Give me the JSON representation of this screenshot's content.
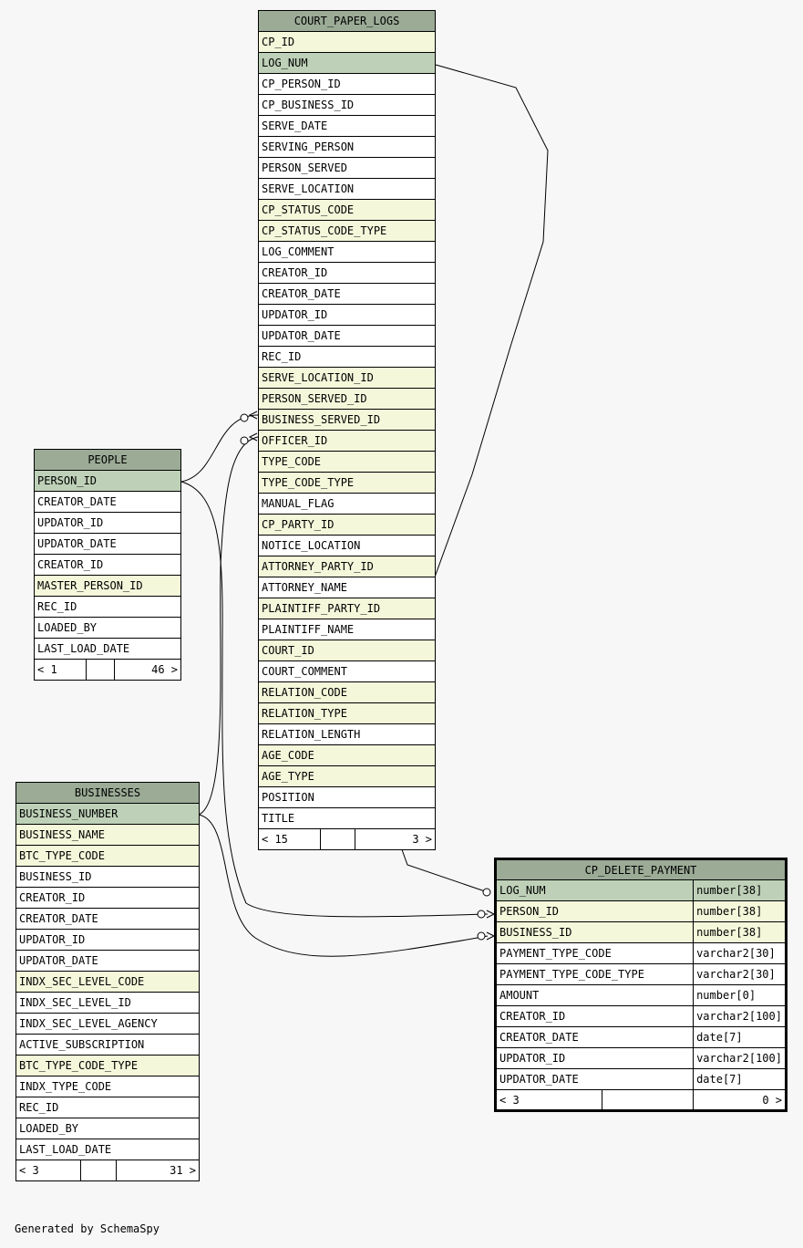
{
  "court_paper_logs": {
    "name": "COURT_PAPER_LOGS",
    "columns": [
      {
        "name": "CP_ID",
        "kind": "fk"
      },
      {
        "name": "LOG_NUM",
        "kind": "pk"
      },
      {
        "name": "CP_PERSON_ID",
        "kind": "plain"
      },
      {
        "name": "CP_BUSINESS_ID",
        "kind": "plain"
      },
      {
        "name": "SERVE_DATE",
        "kind": "plain"
      },
      {
        "name": "SERVING_PERSON",
        "kind": "plain"
      },
      {
        "name": "PERSON_SERVED",
        "kind": "plain"
      },
      {
        "name": "SERVE_LOCATION",
        "kind": "plain"
      },
      {
        "name": "CP_STATUS_CODE",
        "kind": "fk"
      },
      {
        "name": "CP_STATUS_CODE_TYPE",
        "kind": "fk"
      },
      {
        "name": "LOG_COMMENT",
        "kind": "plain"
      },
      {
        "name": "CREATOR_ID",
        "kind": "plain"
      },
      {
        "name": "CREATOR_DATE",
        "kind": "plain"
      },
      {
        "name": "UPDATOR_ID",
        "kind": "plain"
      },
      {
        "name": "UPDATOR_DATE",
        "kind": "plain"
      },
      {
        "name": "REC_ID",
        "kind": "plain"
      },
      {
        "name": "SERVE_LOCATION_ID",
        "kind": "fk"
      },
      {
        "name": "PERSON_SERVED_ID",
        "kind": "fk"
      },
      {
        "name": "BUSINESS_SERVED_ID",
        "kind": "fk"
      },
      {
        "name": "OFFICER_ID",
        "kind": "fk"
      },
      {
        "name": "TYPE_CODE",
        "kind": "fk"
      },
      {
        "name": "TYPE_CODE_TYPE",
        "kind": "fk"
      },
      {
        "name": "MANUAL_FLAG",
        "kind": "plain"
      },
      {
        "name": "CP_PARTY_ID",
        "kind": "fk"
      },
      {
        "name": "NOTICE_LOCATION",
        "kind": "plain"
      },
      {
        "name": "ATTORNEY_PARTY_ID",
        "kind": "fk"
      },
      {
        "name": "ATTORNEY_NAME",
        "kind": "plain"
      },
      {
        "name": "PLAINTIFF_PARTY_ID",
        "kind": "fk"
      },
      {
        "name": "PLAINTIFF_NAME",
        "kind": "plain"
      },
      {
        "name": "COURT_ID",
        "kind": "fk"
      },
      {
        "name": "COURT_COMMENT",
        "kind": "plain"
      },
      {
        "name": "RELATION_CODE",
        "kind": "fk"
      },
      {
        "name": "RELATION_TYPE",
        "kind": "fk"
      },
      {
        "name": "RELATION_LENGTH",
        "kind": "plain"
      },
      {
        "name": "AGE_CODE",
        "kind": "fk"
      },
      {
        "name": "AGE_TYPE",
        "kind": "fk"
      },
      {
        "name": "POSITION",
        "kind": "plain"
      },
      {
        "name": "TITLE",
        "kind": "plain"
      }
    ],
    "footer": {
      "left": "< 15",
      "right": "3 >"
    }
  },
  "people": {
    "name": "PEOPLE",
    "columns": [
      {
        "name": "PERSON_ID",
        "kind": "pk"
      },
      {
        "name": "CREATOR_DATE",
        "kind": "plain"
      },
      {
        "name": "UPDATOR_ID",
        "kind": "plain"
      },
      {
        "name": "UPDATOR_DATE",
        "kind": "plain"
      },
      {
        "name": "CREATOR_ID",
        "kind": "plain"
      },
      {
        "name": "MASTER_PERSON_ID",
        "kind": "fk"
      },
      {
        "name": "REC_ID",
        "kind": "plain"
      },
      {
        "name": "LOADED_BY",
        "kind": "plain"
      },
      {
        "name": "LAST_LOAD_DATE",
        "kind": "plain"
      }
    ],
    "footer": {
      "left": "< 1",
      "right": "46 >"
    }
  },
  "businesses": {
    "name": "BUSINESSES",
    "columns": [
      {
        "name": "BUSINESS_NUMBER",
        "kind": "pk"
      },
      {
        "name": "BUSINESS_NAME",
        "kind": "fk"
      },
      {
        "name": "BTC_TYPE_CODE",
        "kind": "fk"
      },
      {
        "name": "BUSINESS_ID",
        "kind": "plain"
      },
      {
        "name": "CREATOR_ID",
        "kind": "plain"
      },
      {
        "name": "CREATOR_DATE",
        "kind": "plain"
      },
      {
        "name": "UPDATOR_ID",
        "kind": "plain"
      },
      {
        "name": "UPDATOR_DATE",
        "kind": "plain"
      },
      {
        "name": "INDX_SEC_LEVEL_CODE",
        "kind": "fk"
      },
      {
        "name": "INDX_SEC_LEVEL_ID",
        "kind": "plain"
      },
      {
        "name": "INDX_SEC_LEVEL_AGENCY",
        "kind": "plain"
      },
      {
        "name": "ACTIVE_SUBSCRIPTION",
        "kind": "plain"
      },
      {
        "name": "BTC_TYPE_CODE_TYPE",
        "kind": "fk"
      },
      {
        "name": "INDX_TYPE_CODE",
        "kind": "plain"
      },
      {
        "name": "REC_ID",
        "kind": "plain"
      },
      {
        "name": "LOADED_BY",
        "kind": "plain"
      },
      {
        "name": "LAST_LOAD_DATE",
        "kind": "plain"
      }
    ],
    "footer": {
      "left": "< 3",
      "right": "31 >"
    }
  },
  "cp_delete_payment": {
    "name": "CP_DELETE_PAYMENT",
    "columns": [
      {
        "name": "LOG_NUM",
        "type": "number[38]",
        "kind": "pk"
      },
      {
        "name": "PERSON_ID",
        "type": "number[38]",
        "kind": "fk"
      },
      {
        "name": "BUSINESS_ID",
        "type": "number[38]",
        "kind": "fk"
      },
      {
        "name": "PAYMENT_TYPE_CODE",
        "type": "varchar2[30]",
        "kind": "plain"
      },
      {
        "name": "PAYMENT_TYPE_CODE_TYPE",
        "type": "varchar2[30]",
        "kind": "plain"
      },
      {
        "name": "AMOUNT",
        "type": "number[0]",
        "kind": "plain"
      },
      {
        "name": "CREATOR_ID",
        "type": "varchar2[100]",
        "kind": "plain"
      },
      {
        "name": "CREATOR_DATE",
        "type": "date[7]",
        "kind": "plain"
      },
      {
        "name": "UPDATOR_ID",
        "type": "varchar2[100]",
        "kind": "plain"
      },
      {
        "name": "UPDATOR_DATE",
        "type": "date[7]",
        "kind": "plain"
      }
    ],
    "footer": {
      "left": "< 3",
      "right": "0 >"
    }
  },
  "footer_text": "Generated by SchemaSpy"
}
